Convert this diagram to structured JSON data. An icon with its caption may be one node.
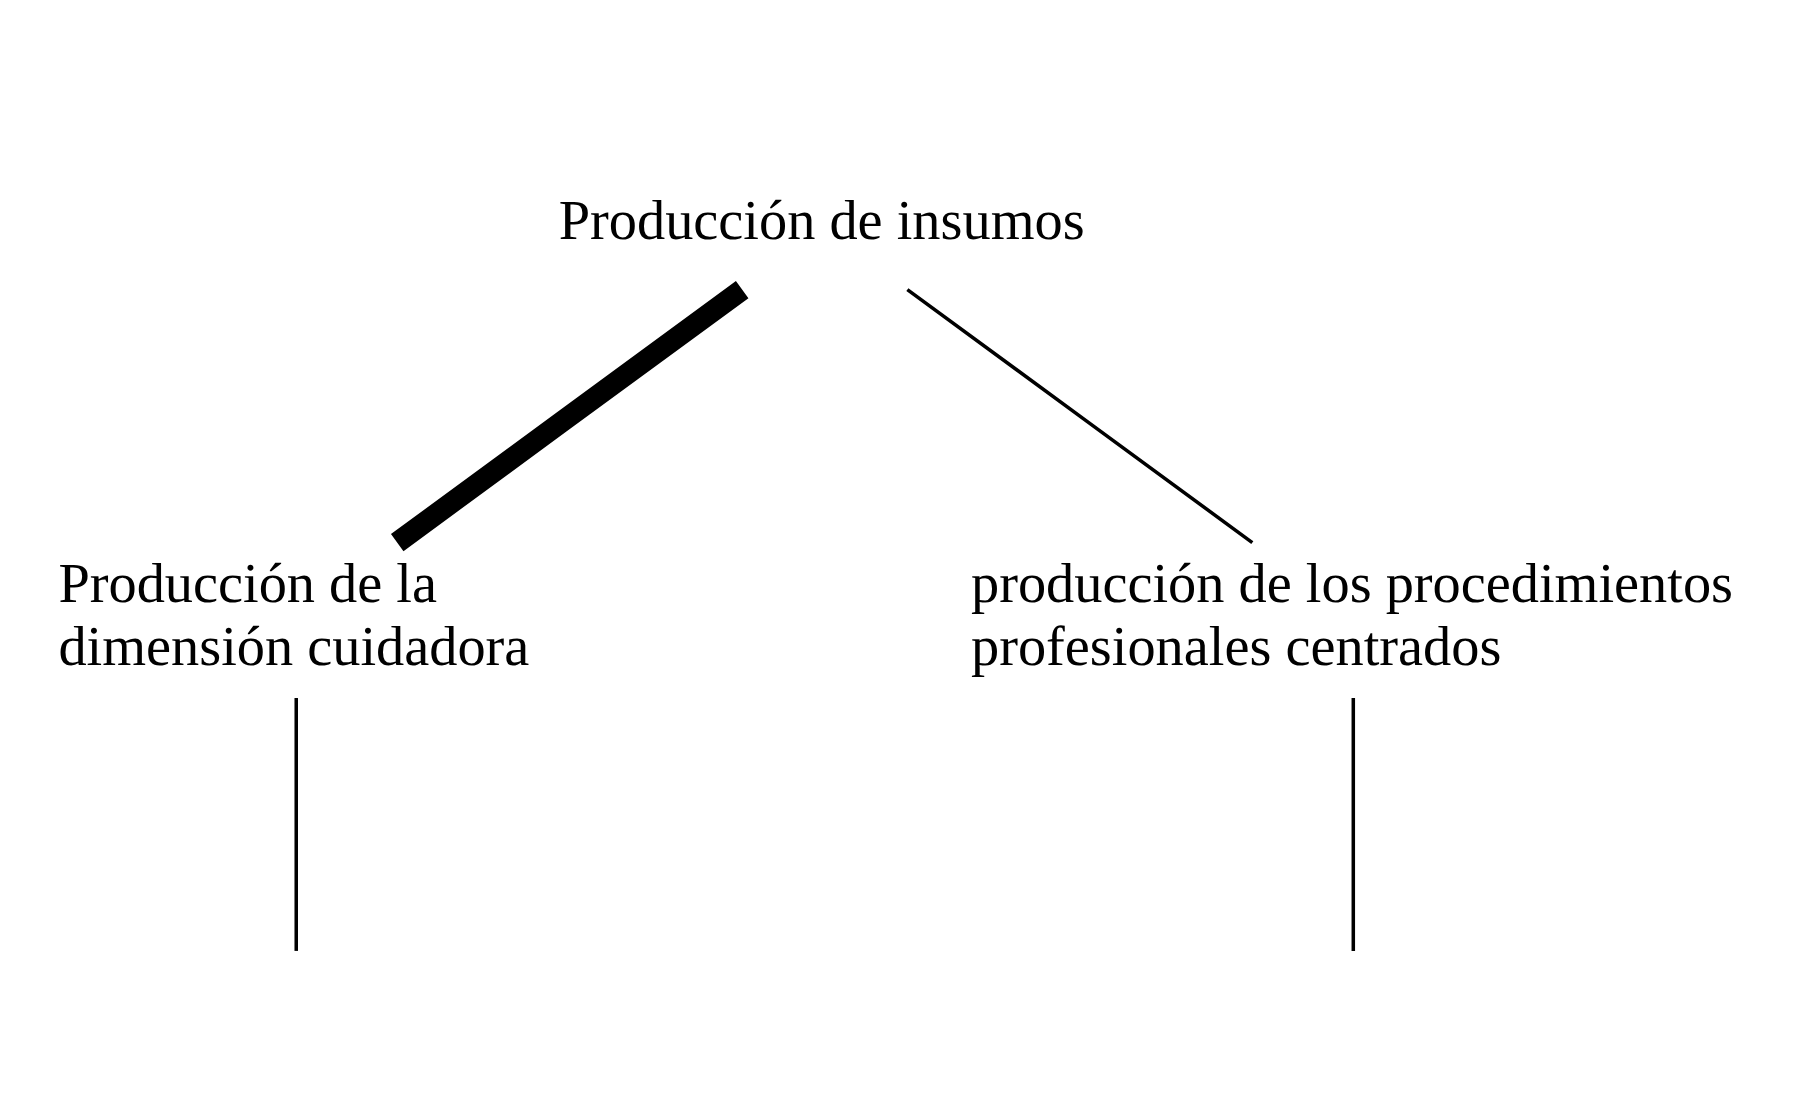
{
  "diagram": {
    "nodes": [
      {
        "text": [
          "Producción de insumos"
        ]
      },
      {
        "text": [
          "Producción de la dimensión cuidadora"
        ]
      },
      {
        "text": [
          "producción de los procedimientos profesionales centrados"
        ]
      }
    ],
    "edges": [
      {
        "from": 0,
        "to": 1,
        "arrow": "none",
        "style": "thick"
      },
      {
        "from": 0,
        "to": 2,
        "arrow": "none"
      },
      {
        "from": 1,
        "to": null,
        "arrow": "none"
      },
      {
        "from": 2,
        "to": null,
        "arrow": "none"
      }
    ]
  }
}
